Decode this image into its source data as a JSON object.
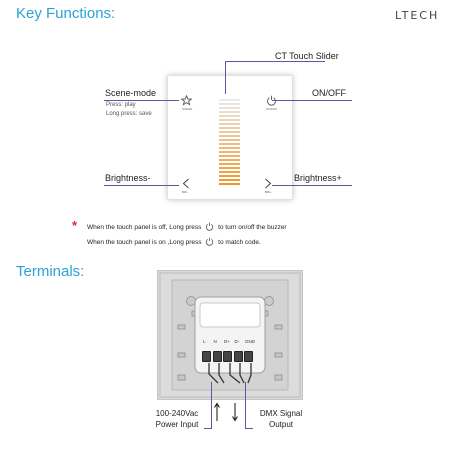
{
  "header": {
    "title": "Key Functions:",
    "brand": "LTECH"
  },
  "callouts": {
    "slider": "CT Touch Slider",
    "scene_mode": "Scene-mode",
    "press_play": "Press: play",
    "long_press_save": "Long press: save",
    "on_off": "ON/OFF",
    "brightness_minus": "Brightness-",
    "brightness_plus": "Brightness+"
  },
  "panel_tiny": {
    "scene": "SCENE",
    "power": "ON/OFF",
    "bri_minus": "BRI-",
    "bri_plus": "BRI+"
  },
  "notes": {
    "asterisk": "*",
    "line1_a": "When the touch panel is off, Long press",
    "line1_b": "to turn on/off the buzzer",
    "line2_a": "When the touch panel is on ,Long press",
    "line2_b": "to match code."
  },
  "terminals": {
    "title": "Terminals:",
    "pins": [
      "L",
      "N",
      "D+",
      "D-",
      "GND"
    ],
    "power_input": [
      "100-240Vac",
      "Power Input"
    ],
    "dmx_output": [
      "DMX Signal",
      "Output"
    ]
  },
  "colors": {
    "accent": "#2aa3d6",
    "leader": "#6b4fa5",
    "asterisk": "#e0243a"
  }
}
